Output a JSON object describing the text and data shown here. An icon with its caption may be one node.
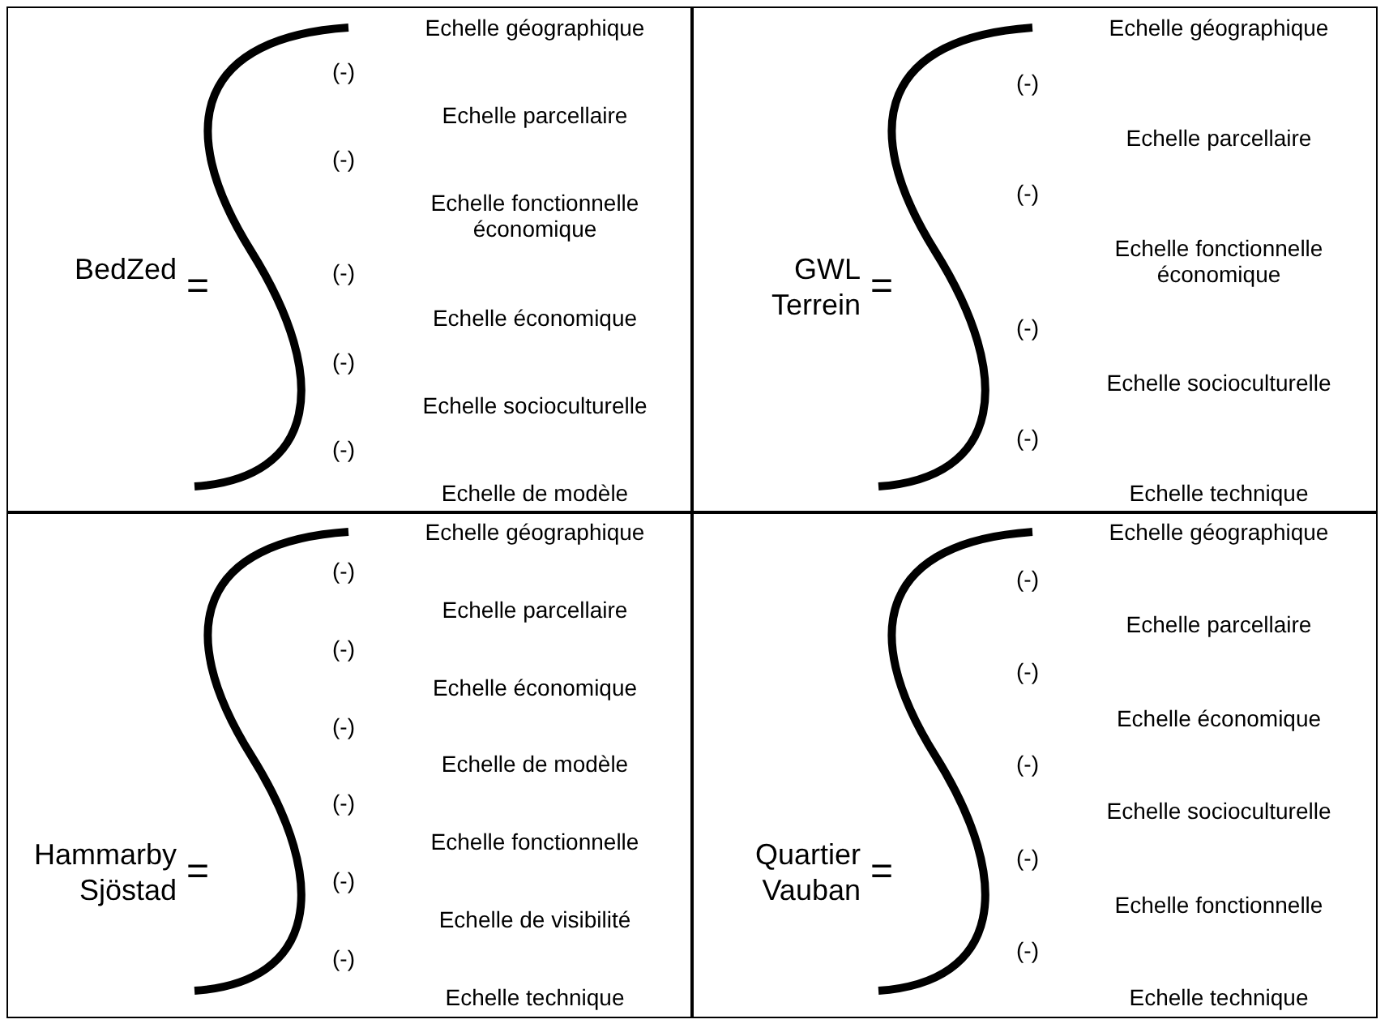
{
  "diagram": {
    "nodes": [
      {
        "text": [
          "BedZed",
          "=",
          "Echelle géographique",
          "(-)",
          "Echelle parcellaire",
          "(-)",
          "Echelle fonctionnelle économique",
          "(-)",
          "Echelle économique",
          "(-)",
          "Echelle socioculturelle",
          "(-)",
          "Echelle de modèle"
        ]
      },
      {
        "text": [
          "GWL Terrein",
          "=",
          "Echelle géographique",
          "(-)",
          "Echelle parcellaire",
          "(-)",
          "Echelle fonctionnelle économique",
          "(-)",
          "Echelle socioculturelle",
          "(-)",
          "Echelle technique"
        ]
      },
      {
        "text": [
          "Hammarby Sjöstad",
          "=",
          "Echelle géographique",
          "(-)",
          "Echelle parcellaire",
          "(-)",
          "Echelle économique",
          "(-)",
          "Echelle de modèle",
          "(-)",
          "Echelle fonctionnelle",
          "(-)",
          "Echelle de visibilité",
          "(-)",
          "Echelle technique"
        ]
      },
      {
        "text": [
          "Quartier Vauban",
          "=",
          "Echelle géographique",
          "(-)",
          "Echelle parcellaire",
          "(-)",
          "Echelle économique",
          "(-)",
          "Echelle socioculturelle",
          "(-)",
          "Echelle fonctionnelle",
          "(-)",
          "Echelle technique"
        ]
      }
    ]
  }
}
